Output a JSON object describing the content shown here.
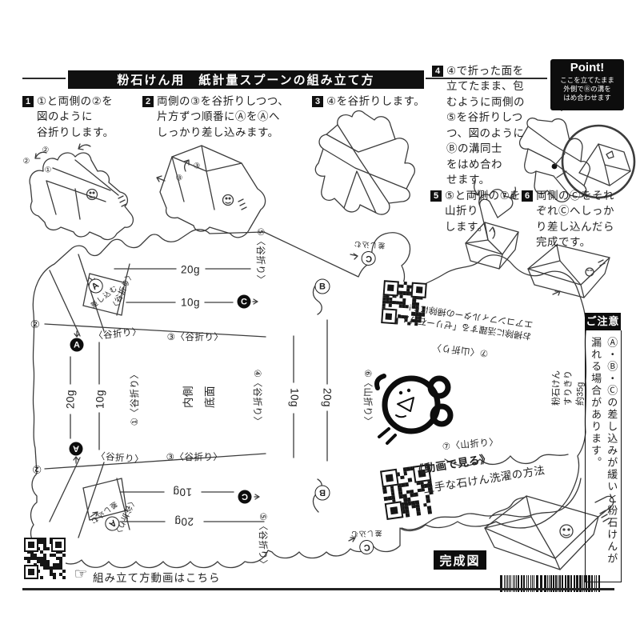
{
  "title": "粉石けん用　紙計量スプーンの組み立て方",
  "steps": [
    {
      "num": "1",
      "text": "①と両側の②を\n図のように\n谷折りします。"
    },
    {
      "num": "2",
      "text": "両側の③を谷折りしつつ、\n片方ずつ順番にⒶをⒶへ\nしっかり差し込みます。"
    },
    {
      "num": "3",
      "text": "④を谷折りします。"
    },
    {
      "num": "4",
      "text": "④で折った面を\n立てたまま、包\nむように両側の\n⑤を谷折りしつ\nつ、図のように\nⒷの溝同士\nをはめ合わ\nせます。"
    },
    {
      "num": "5",
      "text": "⑤と両側の⑦を\n山折り\nします。"
    },
    {
      "num": "6",
      "text": "両側のⒸをそれ\nぞれⒸへしっか\nり差し込んだら\n完成です。"
    }
  ],
  "point": {
    "title": "Point!",
    "body": "ここを立てたまま\n外側でⒷの溝を\nはめ合わせます"
  },
  "template": {
    "weight_20": "20g",
    "weight_10": "10g",
    "fold_valley": "〈谷折り〉",
    "fold1": "①〈谷折り〉",
    "fold3": "③〈谷折り〉",
    "fold4": "④〈谷折り〉",
    "fold5": "⑤〈谷折り〉",
    "fold6": "⑥〈山折り〉",
    "fold7": "⑦〈山折り〉",
    "inside": "内側",
    "bottom_face": "底面",
    "insert": "差し込む",
    "num2": "②",
    "capacity_note": "粉石けん\nすりきり\n約35g",
    "markers": {
      "a": "A",
      "b": "B",
      "c": "C"
    }
  },
  "diagram_marks": {
    "m1": "②",
    "m2": "②",
    "m3": "①",
    "m4": "③",
    "m5": "③"
  },
  "qr_jelly": {
    "caption": "お掃除に活躍する「ゼリー石けん」\nエアコンフィルターの掃除にも!"
  },
  "qr_wash": {
    "line1": "《動画で見る》",
    "line2": "上手な石けん洗濯の方法"
  },
  "caution": {
    "title": "ご注意",
    "body": "Ⓐ・Ⓑ・Ⓒの差し込みが緩いと粉石けんが漏れる場合があります。"
  },
  "footer": {
    "hand_icon": "☞",
    "assembly_video": "組み立て方動画はこちら"
  },
  "finished_label": "完成図"
}
